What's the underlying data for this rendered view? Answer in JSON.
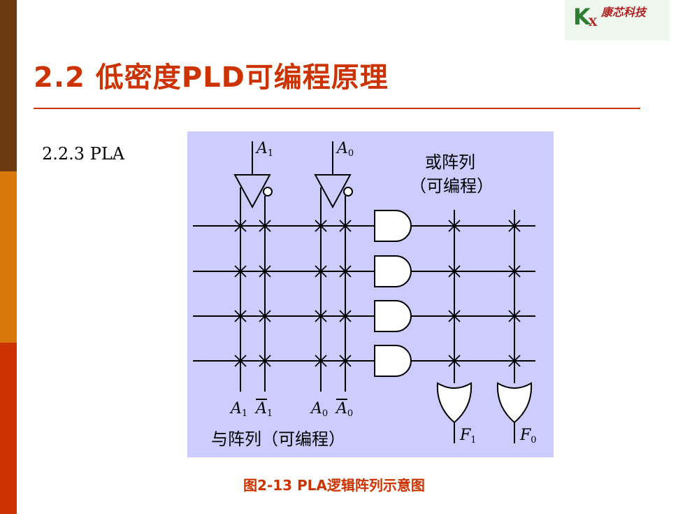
{
  "logo": {
    "k": "K",
    "x": "X",
    "text": "康芯科技"
  },
  "title": "2.2 低密度PLD可编程原理",
  "subtitle": "2.2.3 PLA",
  "diagram": {
    "inputs": {
      "a1": "A",
      "a1_sub": "1",
      "a0": "A",
      "a0_sub": "0"
    },
    "or_array_title": "或阵列",
    "or_array_note": "（可编程）",
    "bottom_labels": {
      "a1": "A",
      "a1_sub": "1",
      "a1_bar": "A",
      "a1_bar_sub": "1",
      "a0": "A",
      "a0_sub": "0",
      "a0_bar": "A",
      "a0_bar_sub": "0"
    },
    "and_array_label": "与阵列（可编程）",
    "outputs": {
      "f1": "F",
      "f1_sub": "1",
      "f0": "F",
      "f0_sub": "0"
    }
  },
  "caption": "图2-13  PLA逻辑阵列示意图"
}
